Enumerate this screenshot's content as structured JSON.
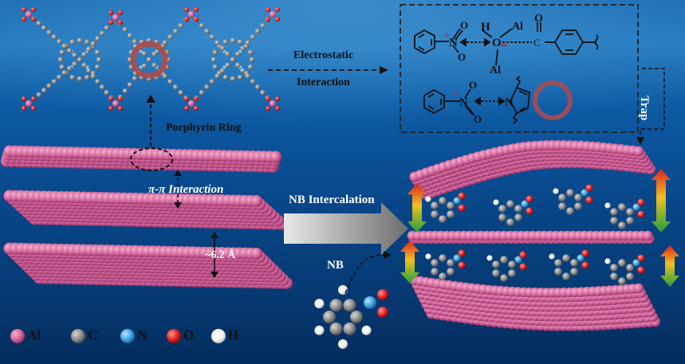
{
  "labels": {
    "porphyrin_ring": "Porphyrin Ring",
    "electrostatic": "Electrostatic",
    "interaction": "Interaction",
    "pi_pi": "π-π Interaction",
    "spacing": "~6.2 Å",
    "nb_intercalation": "NB Intercalation",
    "nb": "NB",
    "trap": "Trap"
  },
  "structure_labels": {
    "h": "H",
    "o": "O",
    "al_top": "Al",
    "al_bottom": "Al",
    "c": "C",
    "o_carbonyl": "O",
    "n_top": "N",
    "plus_top": "+",
    "n_bottom": "N",
    "plus_bottom": "+",
    "o_nitro1": "O",
    "o_nitro2": "O",
    "o_nitro3": "O",
    "o_nitro4": "O",
    "n_pyrrole": "N",
    "minus": "-"
  },
  "legend": [
    {
      "symbol": "Al",
      "color": "#d46fa0"
    },
    {
      "symbol": "C",
      "color": "#8a8a8a"
    },
    {
      "symbol": "N",
      "color": "#3aa0e0"
    },
    {
      "symbol": "O",
      "color": "#e02020"
    },
    {
      "symbol": "H",
      "color": "#f2f2f2"
    }
  ],
  "colors": {
    "layer": "#d2639a",
    "arrow_gradient": [
      "#e02020",
      "#f0c020",
      "#20a040"
    ],
    "highlight_ring": "#b04a4a"
  }
}
